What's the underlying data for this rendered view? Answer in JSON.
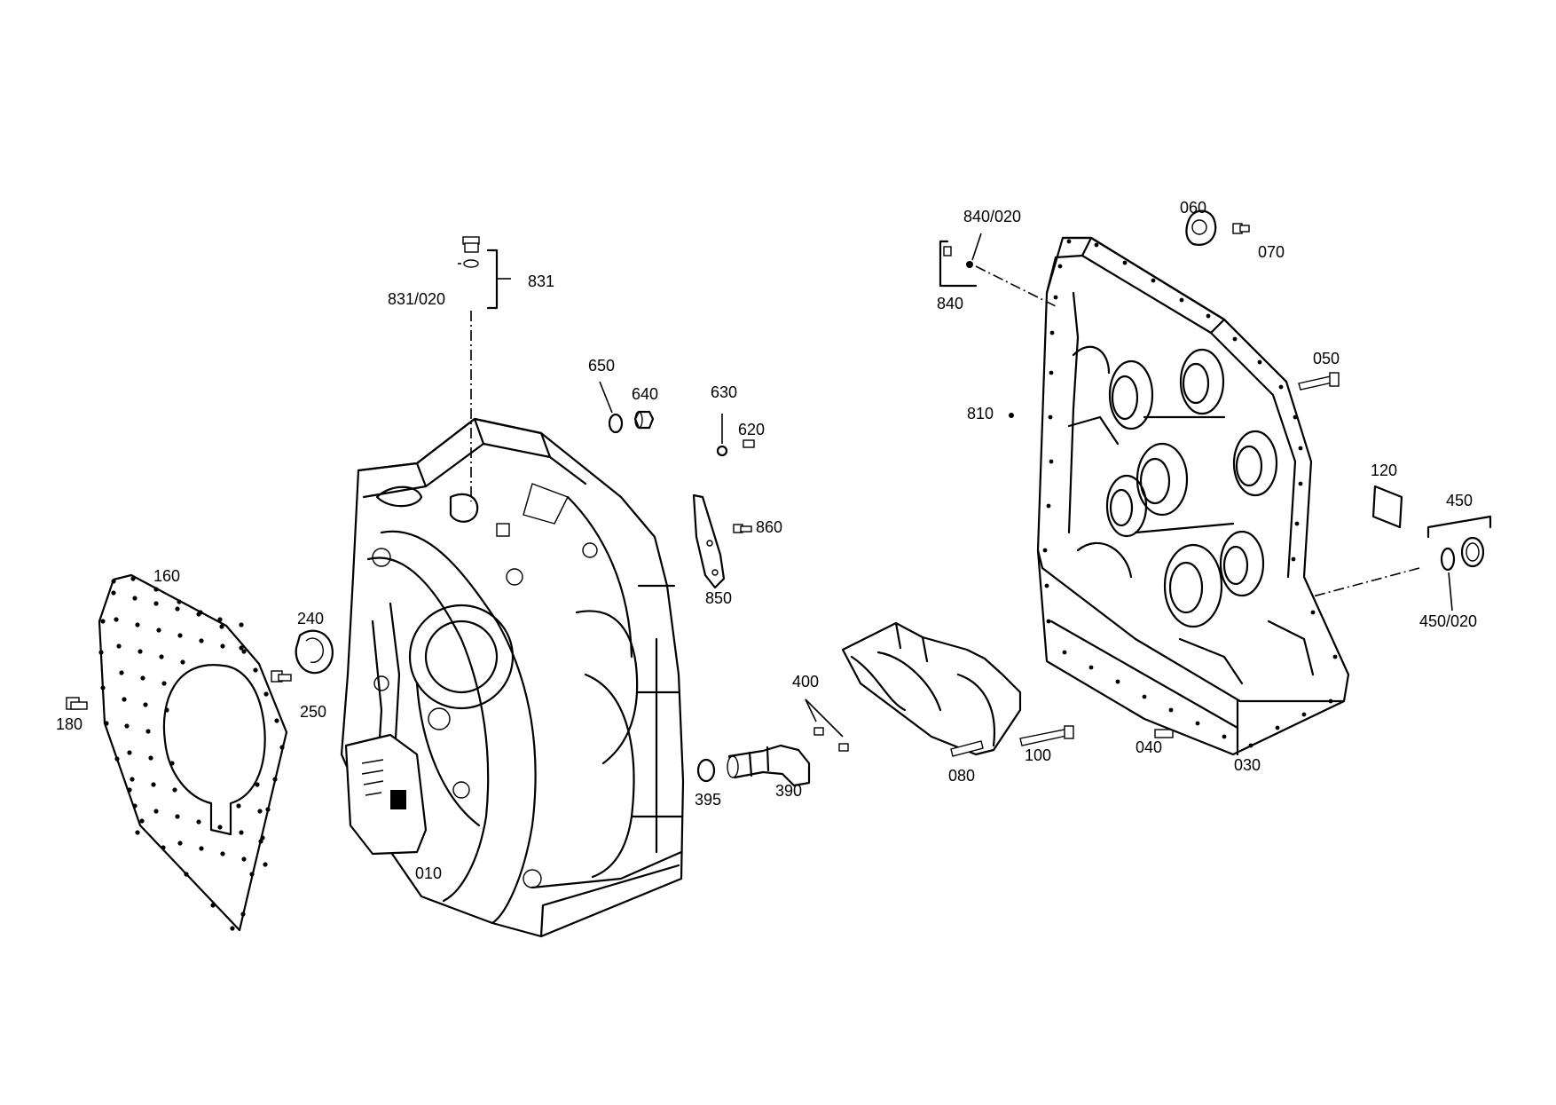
{
  "diagram": {
    "callouts": {
      "p010": "010",
      "p030": "030",
      "p040": "040",
      "p050": "050",
      "p060": "060",
      "p070": "070",
      "p080": "080",
      "p100": "100",
      "p120": "120",
      "p160": "160",
      "p180": "180",
      "p240": "240",
      "p250": "250",
      "p390": "390",
      "p395": "395",
      "p400": "400",
      "p450": "450",
      "p450_020": "450/020",
      "p620": "620",
      "p630": "630",
      "p640": "640",
      "p650": "650",
      "p810": "810",
      "p831": "831",
      "p831_020": "831/020",
      "p840": "840",
      "p840_020": "840/020",
      "p850": "850",
      "p860": "860"
    }
  }
}
